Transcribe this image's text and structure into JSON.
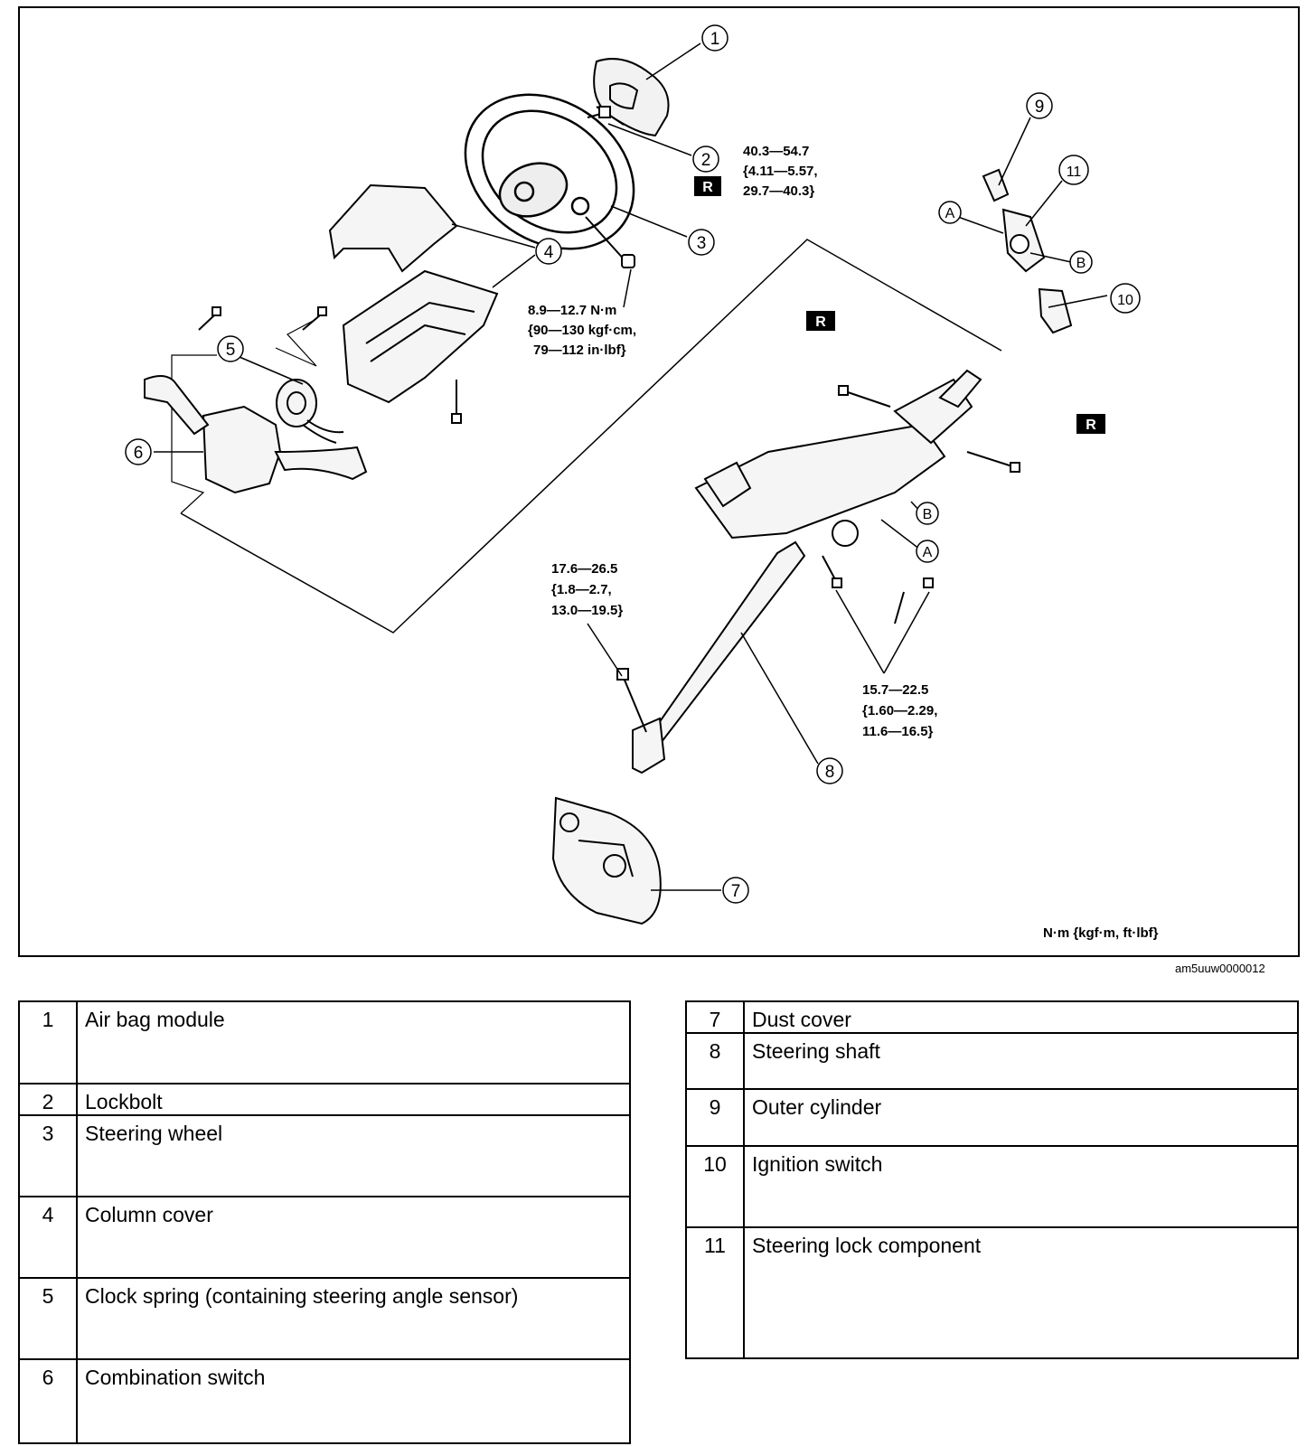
{
  "diagram": {
    "callouts": {
      "c1": "1",
      "c2": "2",
      "c3": "3",
      "c4": "4",
      "c5": "5",
      "c6": "6",
      "c7": "7",
      "c8": "8",
      "c9": "9",
      "c10": "10",
      "c11": "11",
      "a": "A",
      "b": "B"
    },
    "replace_marker": "R",
    "torque_specs": {
      "lockbolt": [
        "40.3—54.7",
        "{4.11—5.57,",
        "29.7—40.3}"
      ],
      "column_cover_screw": [
        "8.9—12.7 N·m",
        "{90—130 kgf·cm,",
        "79—112 in·lbf}"
      ],
      "shaft_joint_bolt": [
        "17.6—26.5",
        "{1.8—2.7,",
        "13.0—19.5}"
      ],
      "column_mount_bolts": [
        "15.7—22.5",
        "{1.60—2.29,",
        "11.6—16.5}"
      ]
    },
    "unit_note": "N·m {kgf·m, ft·lbf}"
  },
  "figure_code": "am5uuw0000012",
  "parts_left": [
    {
      "num": "1",
      "name": "Air bag module"
    },
    {
      "num": "2",
      "name": "Lockbolt"
    },
    {
      "num": "3",
      "name": "Steering wheel"
    },
    {
      "num": "4",
      "name": "Column cover"
    },
    {
      "num": "5",
      "name": "Clock spring (containing steering angle sensor)"
    },
    {
      "num": "6",
      "name": "Combination switch"
    }
  ],
  "parts_right": [
    {
      "num": "7",
      "name": "Dust cover"
    },
    {
      "num": "8",
      "name": "Steering shaft"
    },
    {
      "num": "9",
      "name": "Outer cylinder"
    },
    {
      "num": "10",
      "name": "Ignition switch"
    },
    {
      "num": "11",
      "name": "Steering lock component"
    }
  ]
}
